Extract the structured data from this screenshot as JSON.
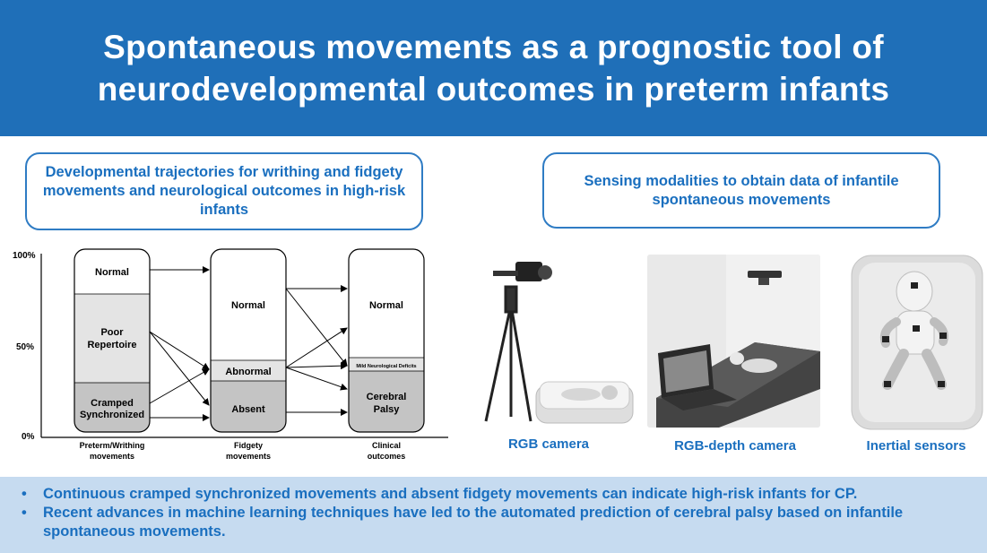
{
  "title_line1": "Spontaneous movements as a prognostic tool of",
  "title_line2": "neurodevelopmental outcomes in preterm infants",
  "left_box": "Developmental trajectories for writhing and fidgety movements and neurological outcomes in high-risk infants",
  "right_box": "Sensing modalities to obtain data of infantile spontaneous movements",
  "diagram": {
    "y_ticks": [
      "100%",
      "50%",
      "0%"
    ],
    "columns": [
      {
        "label_line1": "Preterm/Writhing",
        "label_line2": "movements",
        "segments": [
          {
            "label": "Normal",
            "from": 100,
            "to": 78
          },
          {
            "label_line1": "Poor",
            "label_line2": "Repertoire",
            "from": 78,
            "to": 29
          },
          {
            "label_line1": "Cramped",
            "label_line2": "Synchronized",
            "from": 29,
            "to": 0
          }
        ]
      },
      {
        "label_line1": "Fidgety",
        "label_line2": "movements",
        "segments": [
          {
            "label": "Normal",
            "from": 100,
            "to": 41
          },
          {
            "label": "Abnormal",
            "from": 41,
            "to": 30
          },
          {
            "label": "Absent",
            "from": 30,
            "to": 0
          }
        ]
      },
      {
        "label_line1": "Clinical",
        "label_line2": "outcomes",
        "segments": [
          {
            "label": "Normal",
            "from": 100,
            "to": 43
          },
          {
            "label": "Mild Neurological Deficits",
            "from": 43,
            "to": 36
          },
          {
            "label_line1": "Cerebral",
            "label_line2": "Palsy",
            "from": 36,
            "to": 0
          }
        ]
      }
    ]
  },
  "captions": {
    "rgb": "RGB camera",
    "rgbd": "RGB-depth camera",
    "inertial": "Inertial sensors"
  },
  "bullets": [
    "Continuous cramped synchronized movements and absent fidgety movements can indicate high-risk infants for CP.",
    "Recent advances in machine learning techniques have led to the automated prediction of cerebral palsy based on infantile spontaneous movements."
  ],
  "bullet_symbol": "•",
  "colors": {
    "header": "#1f6fb8",
    "accent_text": "#1a6fbf",
    "footer_bg": "#c6dbf0",
    "segment_light": "#e4e4e4",
    "segment_dark": "#c4c4c4"
  }
}
